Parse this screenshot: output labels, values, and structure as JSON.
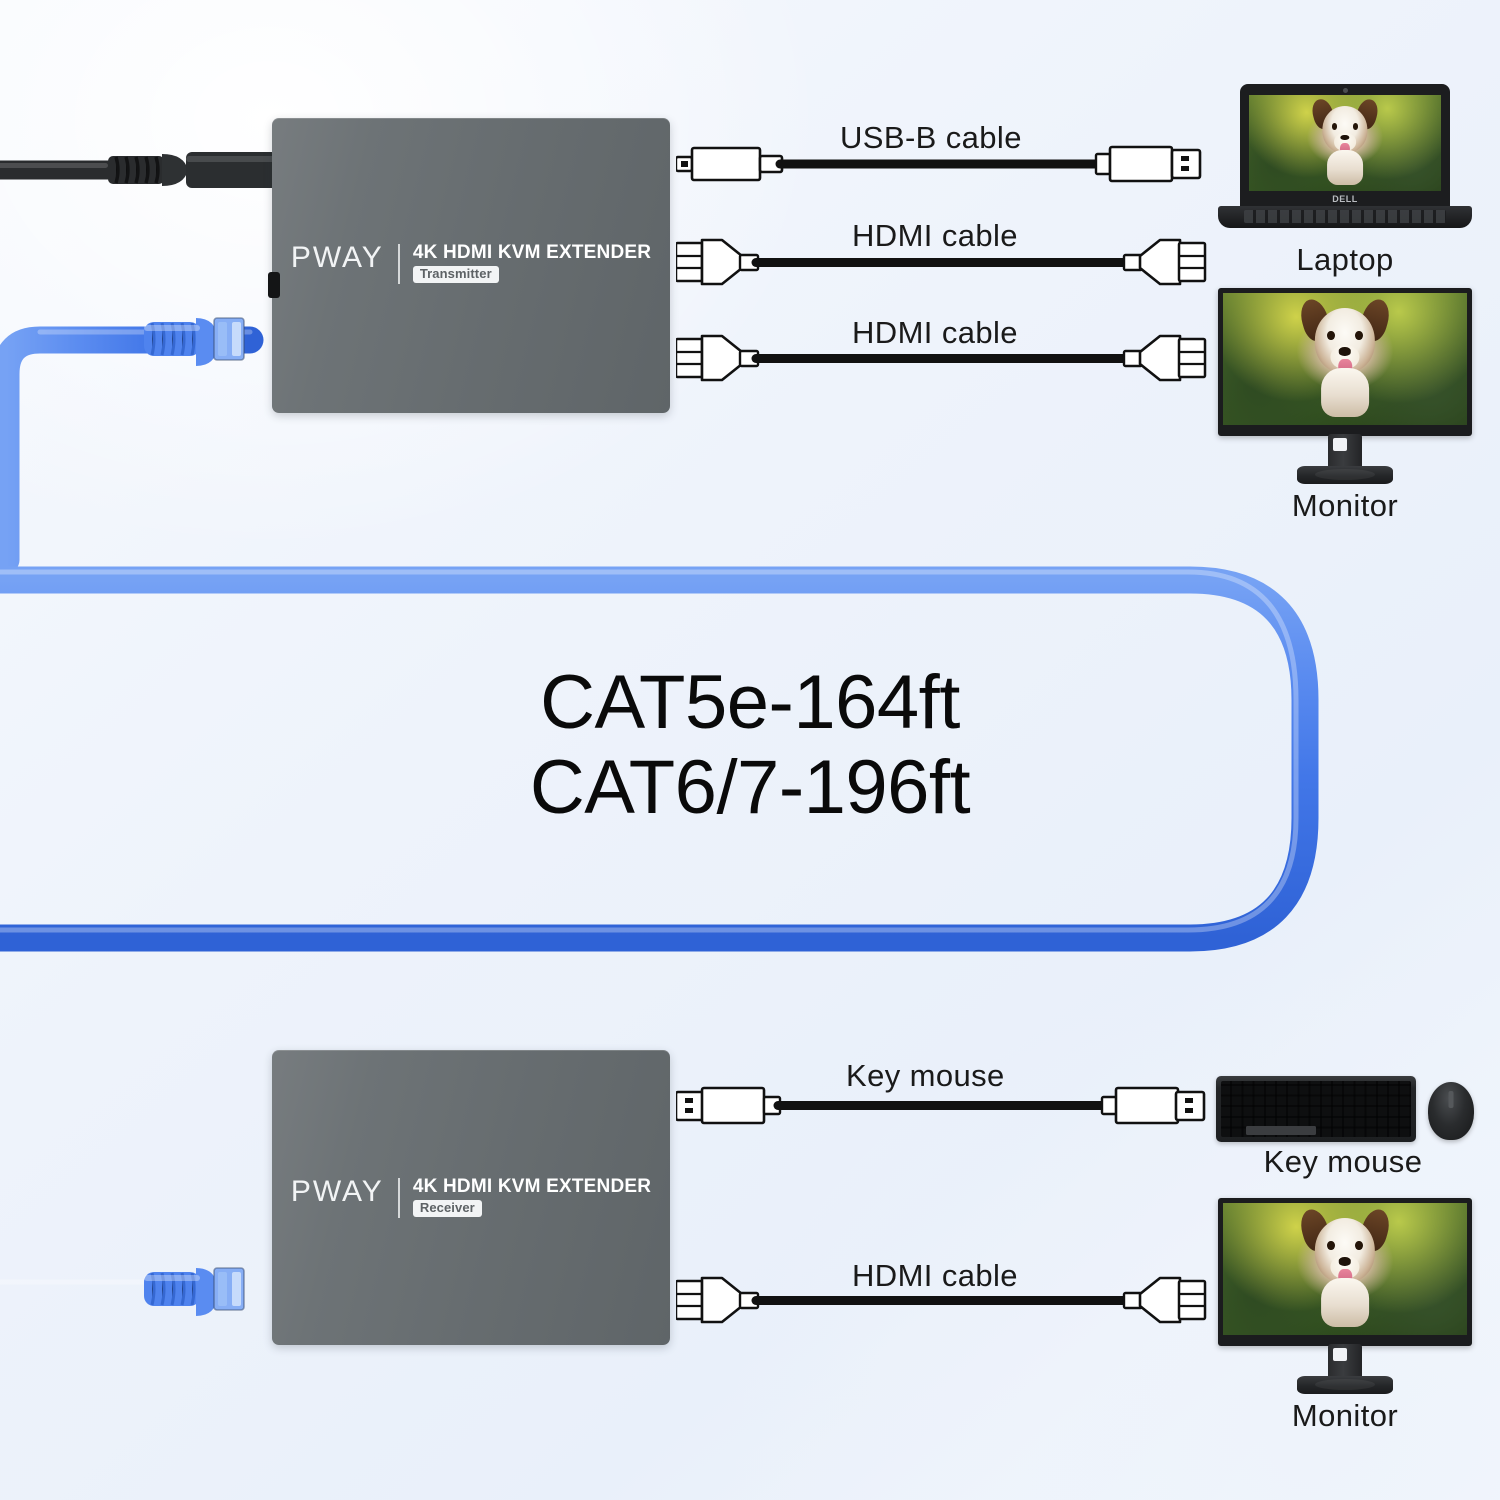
{
  "spec": {
    "line1": "CAT5e-164ft",
    "line2": "CAT6/7-196ft"
  },
  "transmitter": {
    "brand": "PWAY",
    "title": "4K HDMI KVM EXTENDER",
    "role": "Transmitter"
  },
  "receiver": {
    "brand": "PWAY",
    "title": "4K HDMI KVM EXTENDER",
    "role": "Receiver"
  },
  "top_cables": [
    {
      "label": "USB-B cable"
    },
    {
      "label": "HDMI cable"
    },
    {
      "label": "HDMI cable"
    }
  ],
  "bottom_cables": [
    {
      "label": "Key mouse"
    },
    {
      "label": "HDMI cable"
    }
  ],
  "top_devices": [
    {
      "caption": "Laptop"
    },
    {
      "caption": "Monitor"
    }
  ],
  "bottom_devices": [
    {
      "caption": "Key mouse"
    },
    {
      "caption": "Monitor"
    }
  ],
  "colors": {
    "cat_cable": "#4b82ee",
    "device_body": "#6b7073",
    "background": "#eef3fb",
    "label_text": "#1a1a1a"
  }
}
